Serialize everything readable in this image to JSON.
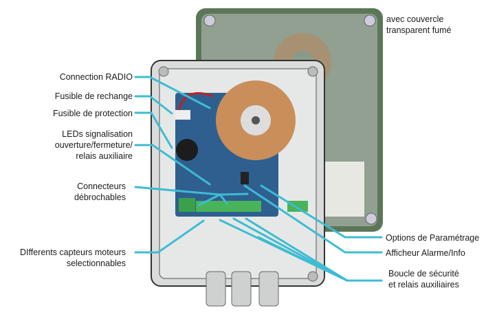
{
  "caption_top": {
    "line1": "avec couvercle",
    "line2": "transparent fumé"
  },
  "callouts_left": [
    {
      "label": "Connection RADIO"
    },
    {
      "label": "Fusible de rechange"
    },
    {
      "label": "Fusible de protection"
    },
    {
      "line1": "LEDs signalisation",
      "line2": "ouverture/fermeture/",
      "line3": "relais auxiliaire"
    },
    {
      "line1": "Connecteurs",
      "line2": "débrochables"
    },
    {
      "line1": "DIfferents capteurs moteurs",
      "line2": "selectionnables"
    }
  ],
  "callouts_right": [
    {
      "label": "Options de Paramétrage"
    },
    {
      "label": "Afficheur Alarme/Info"
    },
    {
      "line1": "Boucle de sécurité",
      "line2": "et relais auxiliaires"
    }
  ],
  "colors": {
    "callout_line": "#3dbcd2",
    "pcb": "#2f5f8f",
    "toroid": "#c98e5a",
    "lid_tint": "#6f8f62"
  }
}
